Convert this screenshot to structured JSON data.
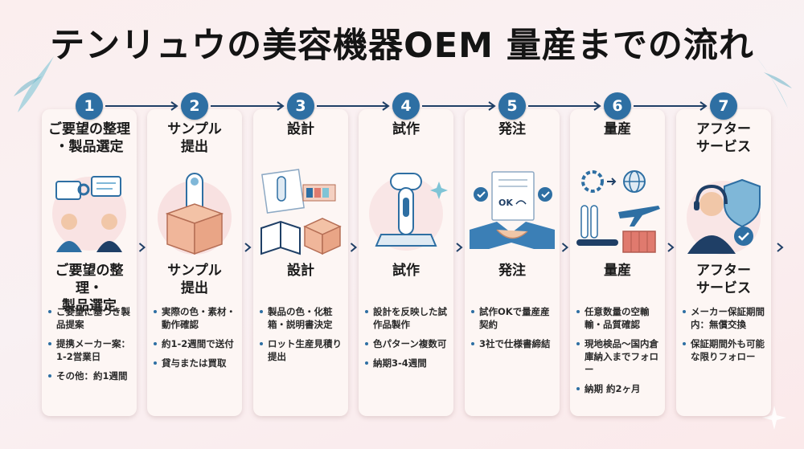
{
  "title": "テンリュウの美容機器OEM 量産までの流れ",
  "colors": {
    "accent": "#2e6fa3",
    "card": "#fdf6f4",
    "bg": "#fbeeee"
  },
  "steps": [
    {
      "number": "1",
      "title": "ご要望の整理\n・製品選定",
      "subtitle": "ご要望の整理・\n製品選定",
      "icon": "consultation-icon",
      "bullets": [
        "ご要望に基づき製品提案",
        "提携メーカー案：1-2営業日",
        "その他：約1週間"
      ]
    },
    {
      "number": "2",
      "title": "サンプル\n提出",
      "subtitle": "サンプル\n提出",
      "icon": "sample-box-icon",
      "bullets": [
        "実際の色・素材・動作確認",
        "約1-2週間で送付",
        "貸与または買取"
      ]
    },
    {
      "number": "3",
      "title": "設計",
      "subtitle": "設計",
      "icon": "design-icon",
      "bullets": [
        "製品の色・化粧箱・説明書決定",
        "ロット生産見積り提出"
      ]
    },
    {
      "number": "4",
      "title": "試作",
      "subtitle": "試作",
      "icon": "prototype-icon",
      "bullets": [
        "設計を反映した試作品製作",
        "色パターン複数可",
        "納期3-4週間"
      ]
    },
    {
      "number": "5",
      "title": "発注",
      "subtitle": "発注",
      "icon": "handshake-icon",
      "bullets": [
        "試作OKで量産産契約",
        "3社で仕様書締結"
      ]
    },
    {
      "number": "6",
      "title": "量産",
      "subtitle": "量産",
      "icon": "factory-icon",
      "bullets": [
        "任意数量の空輸輸・品質確認",
        "現地検品～国内倉庫納入までフォロー",
        "納期 約2ヶ月"
      ]
    },
    {
      "number": "7",
      "title": "アフター\nサービス",
      "subtitle": "アフター\nサービス",
      "icon": "support-icon",
      "bullets": [
        "メーカー保証期間内：無償交換",
        "保証期間外も可能な限りフォロー"
      ]
    }
  ],
  "illus": {
    "step5_doc_text": "OK"
  }
}
